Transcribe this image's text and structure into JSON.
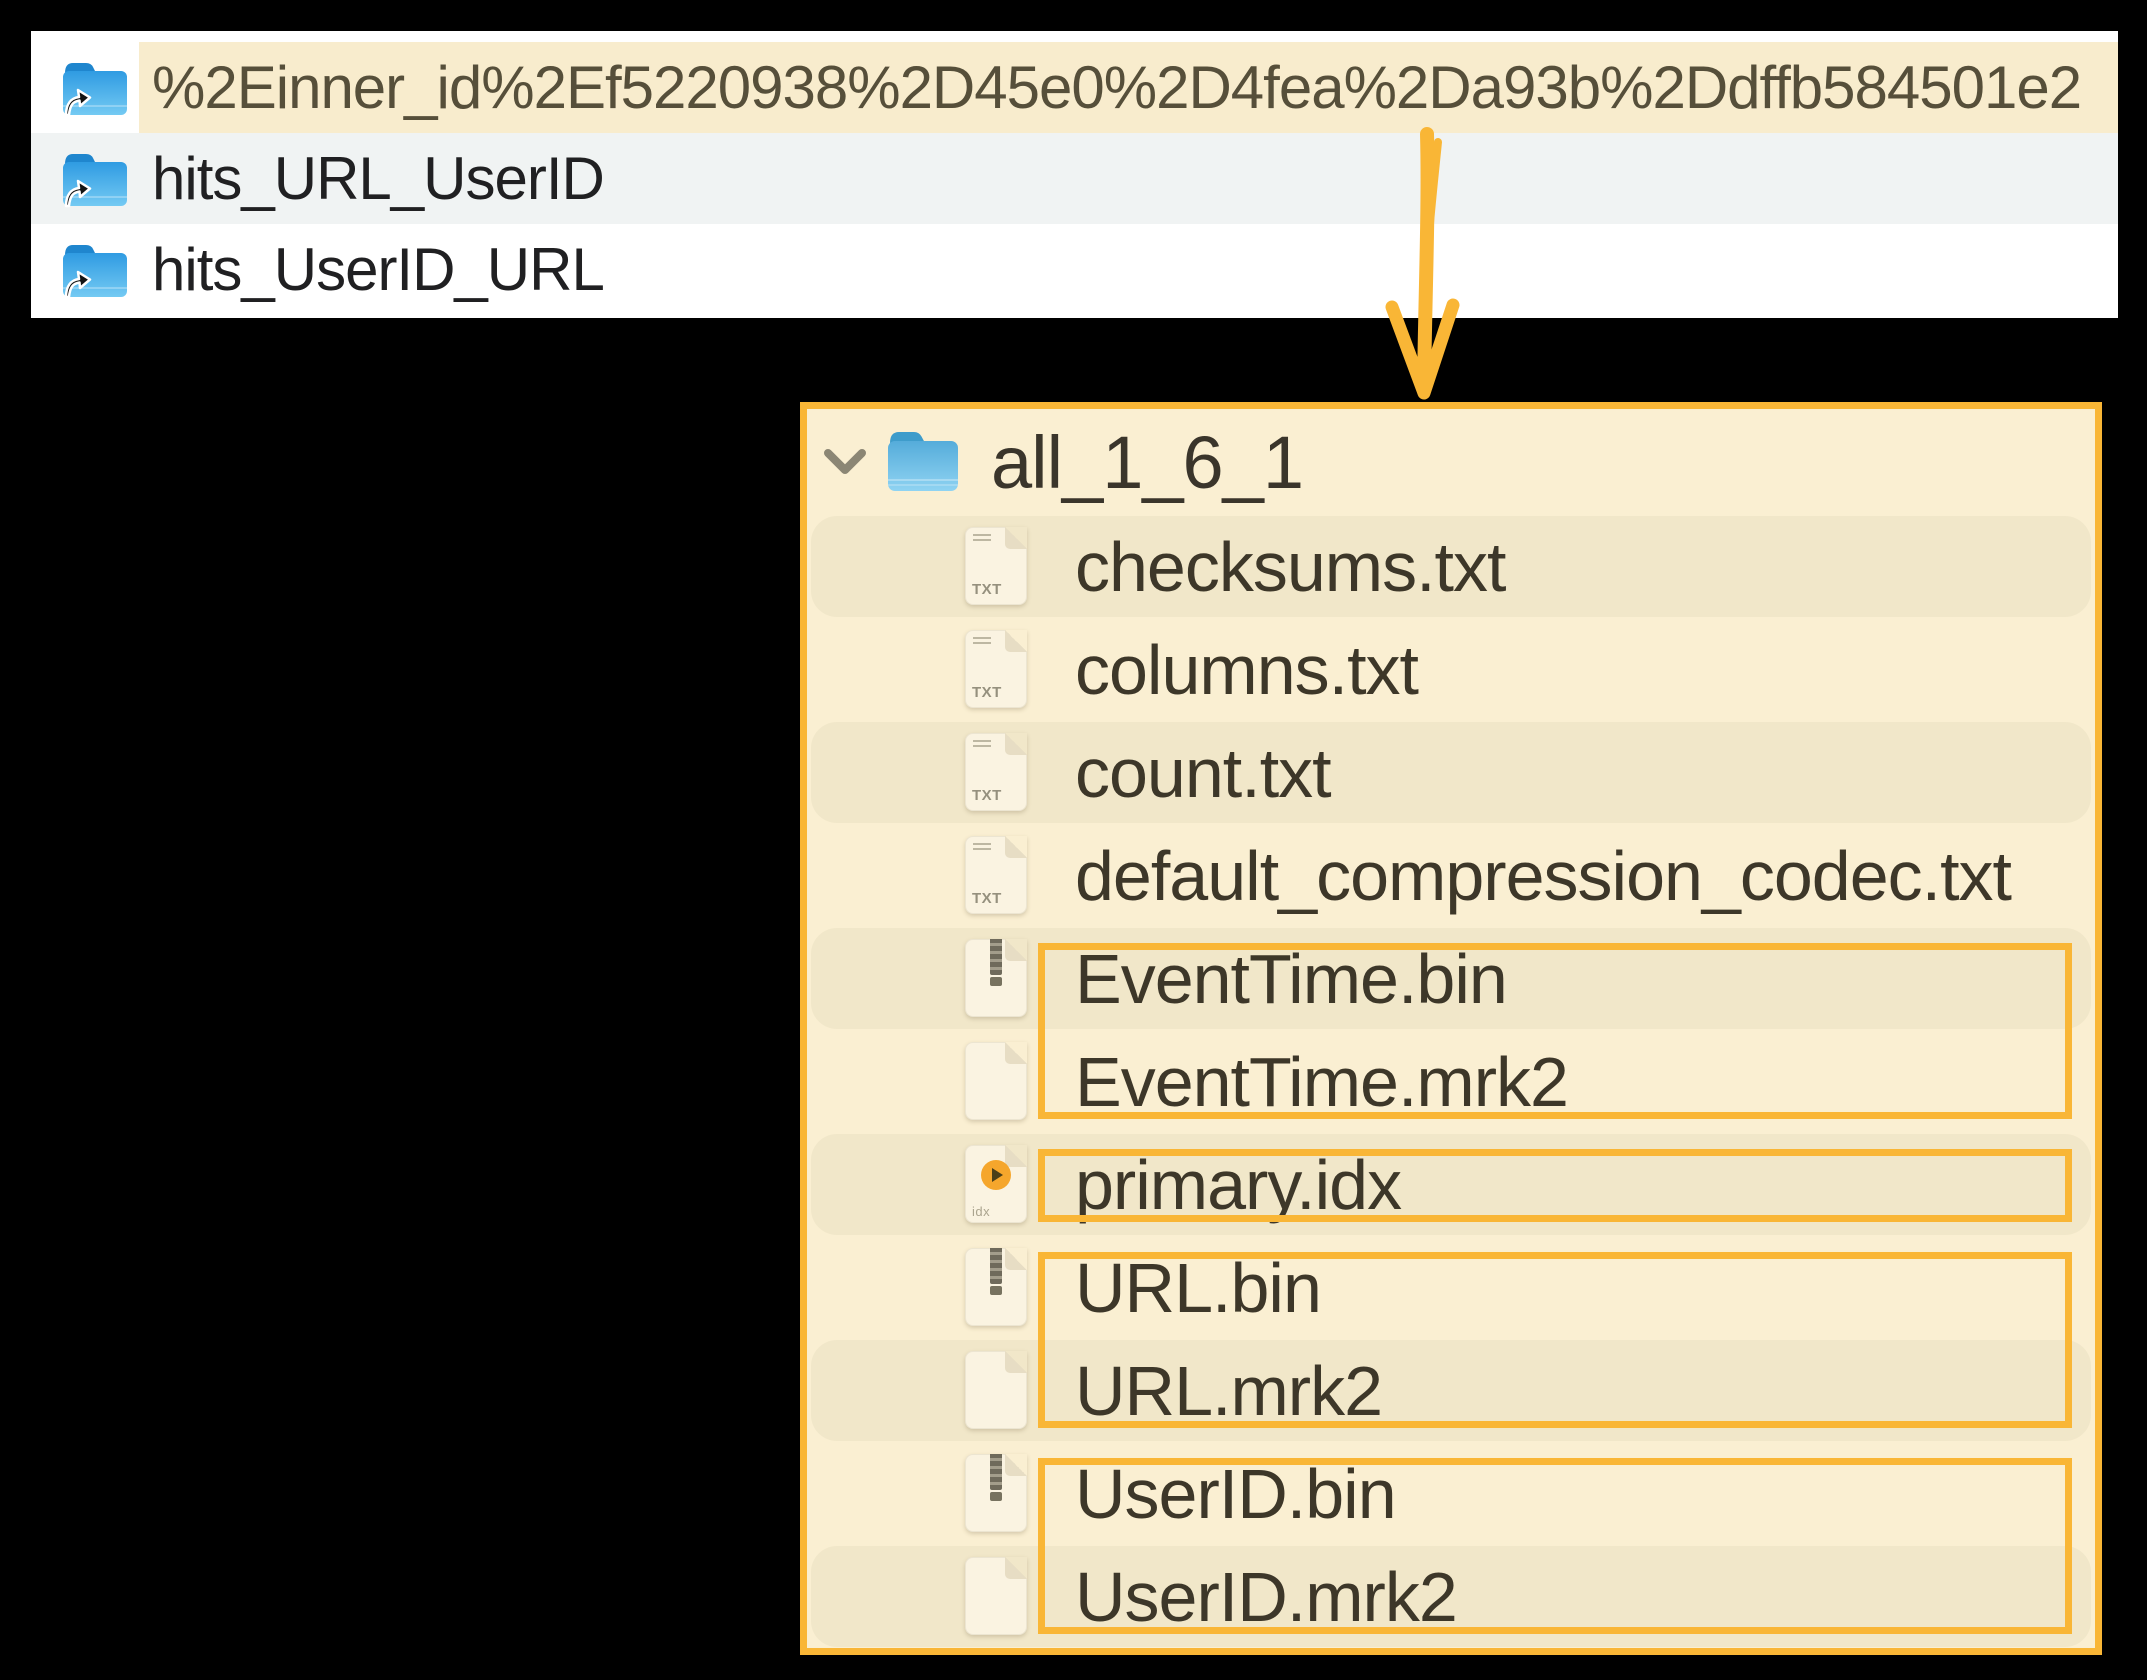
{
  "top_panel": {
    "rows": [
      {
        "label": "%2Einner_id%2Ef5220938%2D45e0%2D4fea%2Da93b%2Ddffb584501e2",
        "highlighted": true,
        "icon": "alias-folder"
      },
      {
        "label": "hits_URL_UserID",
        "highlighted": false,
        "icon": "alias-folder"
      },
      {
        "label": "hits_UserID_URL",
        "highlighted": false,
        "icon": "alias-folder"
      }
    ]
  },
  "bottom_panel": {
    "folder": {
      "label": "all_1_6_1",
      "expanded": true,
      "icon": "folder"
    },
    "files": [
      {
        "name": "checksums.txt",
        "type": "txt"
      },
      {
        "name": "columns.txt",
        "type": "txt"
      },
      {
        "name": "count.txt",
        "type": "txt"
      },
      {
        "name": "default_compression_codec.txt",
        "type": "txt"
      },
      {
        "name": "EventTime.bin",
        "type": "bin"
      },
      {
        "name": "EventTime.mrk2",
        "type": "mrk"
      },
      {
        "name": "primary.idx",
        "type": "idx"
      },
      {
        "name": "URL.bin",
        "type": "bin"
      },
      {
        "name": "URL.mrk2",
        "type": "mrk"
      },
      {
        "name": "UserID.bin",
        "type": "bin"
      },
      {
        "name": "UserID.mrk2",
        "type": "mrk"
      }
    ],
    "file_icon_badges": {
      "txt": "TXT",
      "idx": "idx"
    },
    "highlight_groups": [
      {
        "files": [
          "EventTime.bin",
          "EventTime.mrk2"
        ],
        "start": 4,
        "end": 5
      },
      {
        "files": [
          "primary.idx"
        ],
        "start": 6,
        "end": 6
      },
      {
        "files": [
          "URL.bin",
          "URL.mrk2"
        ],
        "start": 7,
        "end": 8
      },
      {
        "files": [
          "UserID.bin",
          "UserID.mrk2"
        ],
        "start": 9,
        "end": 10
      }
    ]
  },
  "colors": {
    "annotation_orange": "#F9B636",
    "panel_cream": "#FAEFD2",
    "row_shade": "#F1E7C9",
    "selected_row_cream": "#F8ECCD",
    "alt_row_gray": "#F0F3F3",
    "page_beige": "#FAF3E1",
    "folder_blue": "#4EA6D4"
  }
}
